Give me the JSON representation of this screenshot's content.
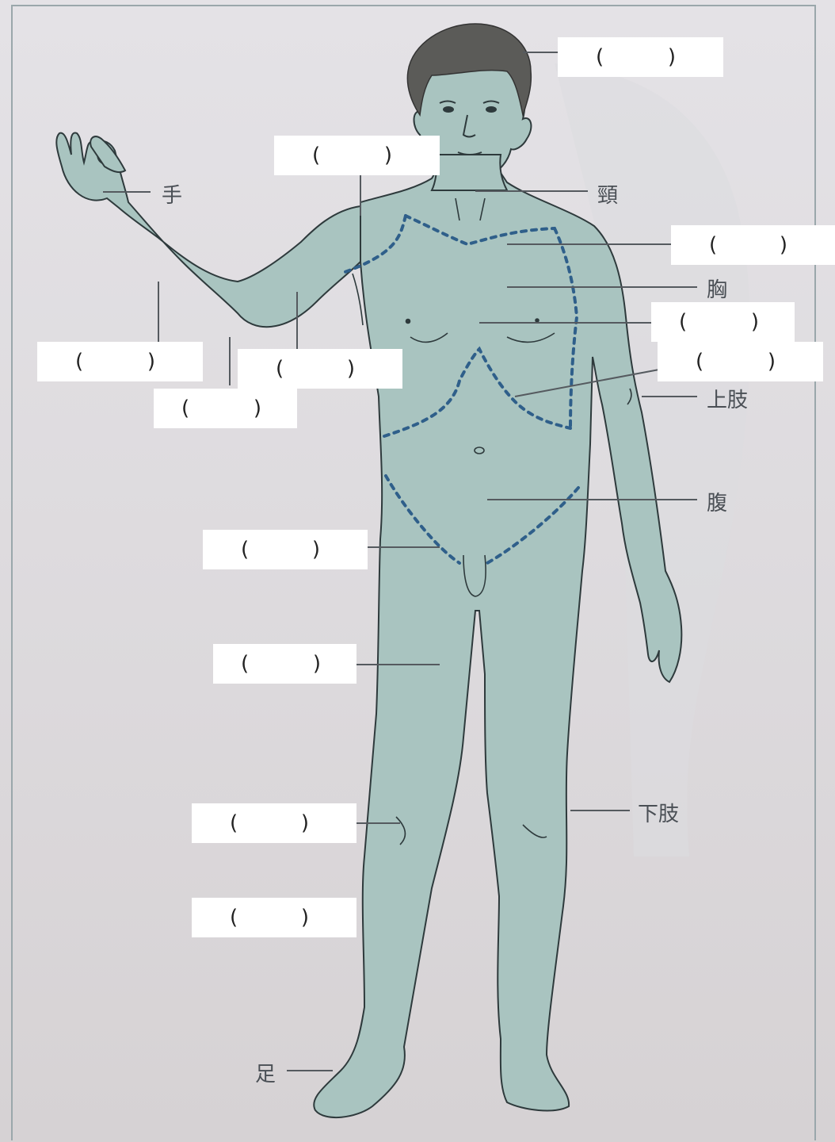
{
  "labels": {
    "hand": "手",
    "neck": "頸",
    "chest": "胸",
    "upper_limb": "上肢",
    "abdomen": "腹",
    "lower_limb": "下肢",
    "foot": "足"
  },
  "blank": {
    "open": "(",
    "close": ")"
  },
  "colors": {
    "skin": "#a9c4c0",
    "outline": "#2e3a3c",
    "dash": "#2f5f8a",
    "hair": "#5b5b58"
  }
}
